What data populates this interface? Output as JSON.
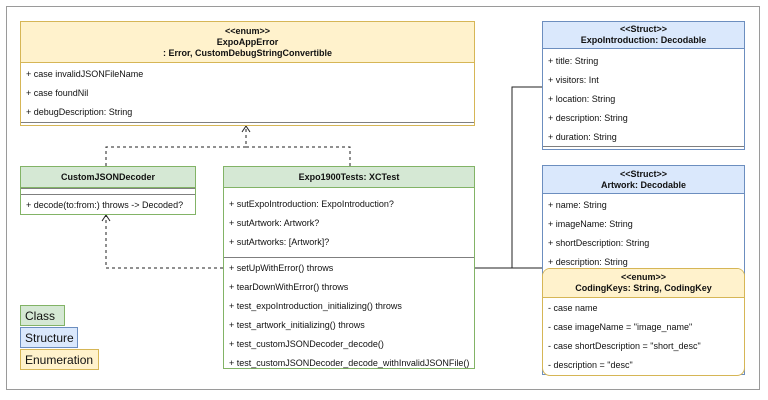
{
  "expo_app_error": {
    "stereotype": "<<enum>>",
    "name": "ExpoAppError",
    "conformance": ": Error, CustomDebugStringConvertible",
    "members": [
      "+ case invalidJSONFileName",
      "+ case foundNil",
      "+ debugDescription: String"
    ]
  },
  "custom_json_decoder": {
    "name": "CustomJSONDecoder",
    "methods": [
      "+ decode(to:from:) throws -> Decoded?"
    ]
  },
  "expo_tests": {
    "name": "Expo1900Tests: XCTest",
    "properties": [
      "+ sutExpoIntroduction: ExpoIntroduction?",
      "+ sutArtwork: Artwork?",
      "+ sutArtworks: [Artwork]?"
    ],
    "methods": [
      "+ setUpWithError() throws",
      "+ tearDownWithError() throws",
      "+ test_expoIntroduction_initializing() throws",
      "+ test_artwork_initializing() throws",
      "+ test_customJSONDecoder_decode()",
      "+ test_customJSONDecoder_decode_withInvalidJSONFile()"
    ]
  },
  "expo_introduction": {
    "stereotype": "<<Struct>>",
    "name": "ExpoIntroduction: Decodable",
    "members": [
      "+ title: String",
      "+ visitors: Int",
      "+ location: String",
      "+ description: String",
      "+ duration: String"
    ]
  },
  "artwork": {
    "stereotype": "<<Struct>>",
    "name": "Artwork: Decodable",
    "members": [
      "+ name: String",
      "+ imageName: String",
      "+ shortDescription: String",
      "+ description: String"
    ]
  },
  "coding_keys": {
    "stereotype": "<<enum>>",
    "name": "CodingKeys: String, CodingKey",
    "members": [
      "- case name",
      "- case imageName = \"image_name\"",
      "- case shortDescription = \"short_desc\"",
      "- description = \"desc\""
    ]
  },
  "legend": {
    "class_label": "Class",
    "structure_label": "Structure",
    "enumeration_label": "Enumeration"
  },
  "colors": {
    "enum_fill": "#fff2cc",
    "class_fill": "#d5e8d4",
    "struct_fill": "#dae8fc"
  }
}
